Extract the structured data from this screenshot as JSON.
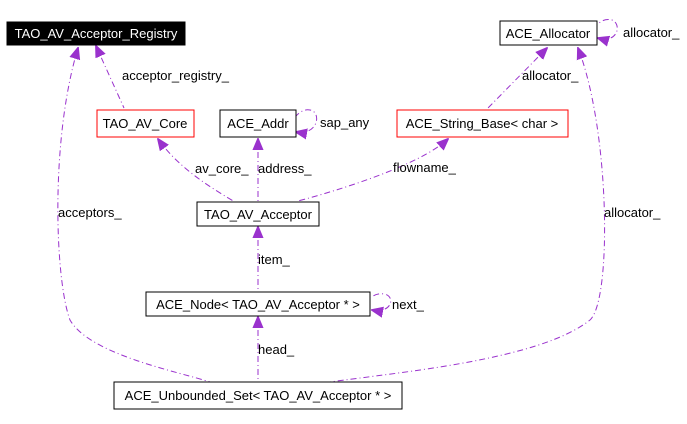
{
  "colors": {
    "edge": "#9a32cd",
    "arrowhead": "#9a32cd",
    "node_border_black": "#000000",
    "node_border_red": "#ff0000",
    "selected_fill": "#000000",
    "selected_text": "#ffffff"
  },
  "nodes": {
    "registry": {
      "label": "TAO_AV_Acceptor_Registry",
      "selected": true
    },
    "allocator": {
      "label": "ACE_Allocator"
    },
    "core": {
      "label": "TAO_AV_Core",
      "border": "red"
    },
    "addr": {
      "label": "ACE_Addr"
    },
    "string_base": {
      "label": "ACE_String_Base< char >",
      "border": "red"
    },
    "acceptor": {
      "label": "TAO_AV_Acceptor"
    },
    "node": {
      "label": "ACE_Node< TAO_AV_Acceptor * >"
    },
    "set": {
      "label": "ACE_Unbounded_Set< TAO_AV_Acceptor * >"
    }
  },
  "edge_labels": {
    "acceptor_registry": "acceptor_registry_",
    "allocator_self": "allocator_",
    "allocator_string": "allocator_",
    "sap_any": "sap_any",
    "av_core": "av_core_",
    "address": "address_",
    "flowname": "flowname_",
    "acceptors": "acceptors_",
    "allocator_set": "allocator_",
    "item": "item_",
    "next": "next_",
    "head": "head_"
  }
}
